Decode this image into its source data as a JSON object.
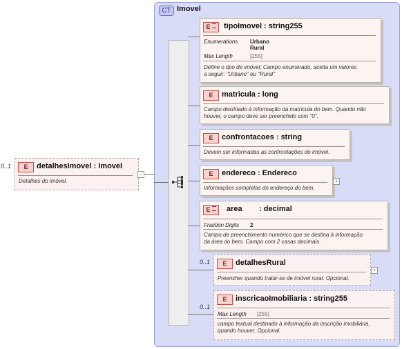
{
  "complex_type": {
    "badge": "CT",
    "name": "Imovel"
  },
  "root": {
    "badge": "E",
    "cardinality": "0..1",
    "name": "detalhesImovel : Imovel",
    "doc": "Detalhes do imóvel."
  },
  "elements": [
    {
      "badge": "E",
      "name": "tipoImovel : string255",
      "facets": {
        "enum_label": "Enumerations",
        "enum_values": [
          "Urbano",
          "Rural"
        ],
        "maxlen_label": "Max Length",
        "maxlen_value": "[255]"
      },
      "doc": [
        "Define o tipo de imóvel; Campo enumerado, aceita um valores",
        "a seguir: \"Urbano\" ou \"Rural\""
      ]
    },
    {
      "badge": "E",
      "name": "matricula : long",
      "doc": [
        "Campo destinado à informação da matrícula do bem. Quando não",
        "houver, o campo deve ser preenchido com \"0\"."
      ]
    },
    {
      "badge": "E",
      "name": "confrontacoes : string",
      "doc": [
        "Devem ser informadas as confrontações do imóvel."
      ]
    },
    {
      "badge": "E",
      "name": "endereco : Endereco",
      "doc": [
        "Informações completas do endereço do bem."
      ]
    },
    {
      "badge": "E",
      "name": "area        : decimal",
      "facets": {
        "fd_label": "Fraction Digits",
        "fd_value": "2"
      },
      "doc": [
        "Campo de preenchimento numérico que se destina à informação",
        "da área do bem. Campo com 2 casas decimais."
      ]
    },
    {
      "badge": "E",
      "cardinality": "0..1",
      "name": "detalhesRural",
      "doc": [
        "Preencher quando tratar-se de imóvel rural. Opcional."
      ]
    },
    {
      "badge": "E",
      "cardinality": "0..1",
      "name": "inscricaoImobiliaria : string255",
      "facets": {
        "maxlen_label": "Max Length",
        "maxlen_value": "[255]"
      },
      "doc": [
        "campo textual destinado à informação da inscrição imobiliária,",
        "quando houver. Opcional."
      ]
    }
  ],
  "icons": {
    "expand": "plus-icon",
    "collapse": "minus-icon",
    "sequence": "sequence-icon"
  },
  "colors": {
    "ct_bg": "#d9dcf7",
    "element_bg": "#fbf4f1",
    "badge_bg": "#f8d2cf",
    "badge_border": "#c0504d"
  }
}
